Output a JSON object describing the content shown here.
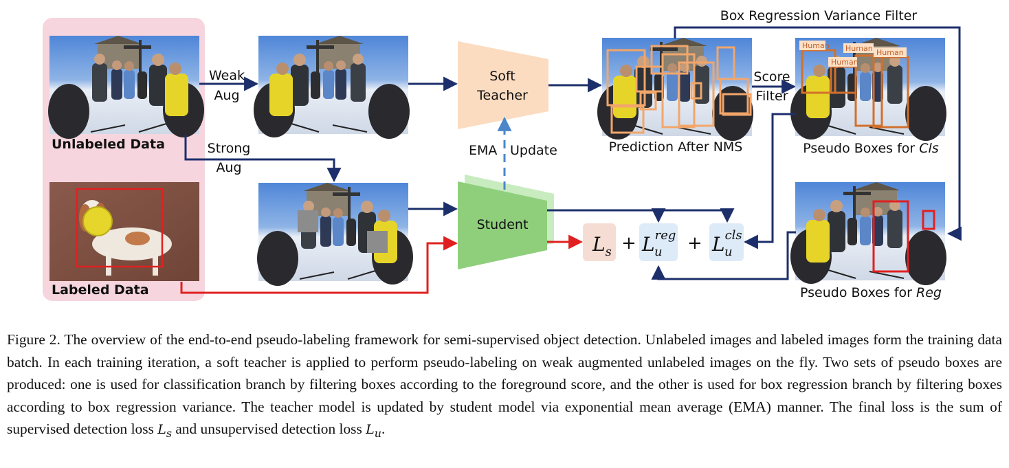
{
  "diagram": {
    "labels": {
      "unlabeled_data": "Unlabeled Data",
      "labeled_data": "Labeled Data",
      "weak_aug_1": "Weak",
      "weak_aug_2": "Aug",
      "strong_aug_1": "Strong",
      "strong_aug_2": "Aug",
      "soft_teacher_1": "Soft",
      "soft_teacher_2": "Teacher",
      "student": "Student",
      "ema": "EMA",
      "update": "Update",
      "box_regression_variance_filter": "Box Regression Variance Filter",
      "score_filter_1": "Score",
      "score_filter_2": "Filter",
      "prediction_after_nms": "Prediction After NMS",
      "pseudo_boxes_cls_prefix": "Pseudo Boxes for ",
      "pseudo_boxes_cls_suffix": "Cls",
      "pseudo_boxes_reg_prefix": "Pseudo Boxes for ",
      "pseudo_boxes_reg_suffix": "Reg",
      "human_tag": "Human"
    },
    "loss": {
      "ls_main": "L",
      "ls_sub": "s",
      "plus": "+",
      "lreg_main": "L",
      "lreg_sup": "reg",
      "lreg_sub": "u",
      "lcls_main": "L",
      "lcls_sup": "cls",
      "lcls_sub": "u"
    },
    "colors": {
      "arrow_navy": "#1c2f6b",
      "arrow_red": "#e02020",
      "pink_panel": "#f6d5de",
      "teacher_fill": "#fbdcc1",
      "student_fill": "#8fcf7c",
      "ls_bg": "#f6ddd3",
      "lu_bg": "#ddeaf8",
      "ema_dashed": "#4a86c8",
      "pred_box": "#f2a66a",
      "cls_box": "#d2702c",
      "reg_box": "#e02020"
    }
  },
  "caption": {
    "prefix": "Figure 2. The overview of the end-to-end pseudo-labeling framework for semi-supervised object detection. Unlabeled images and labeled images form the training data batch. In each training iteration, a soft teacher is applied to perform pseudo-labeling on weak augmented unlabeled images on the fly. Two sets of pseudo boxes are produced: one is used for classification branch by filtering boxes according to the foreground score, and the other is used for box regression branch by filtering boxes according to box regression variance. The teacher model is updated by student model via exponential mean average (EMA) manner. The final loss is the sum of supervised detection loss ",
    "ls_main": "L",
    "ls_sub": "s",
    "middle": " and unsupervised detection loss ",
    "lu_main": "L",
    "lu_sub": "u",
    "suffix": "."
  }
}
